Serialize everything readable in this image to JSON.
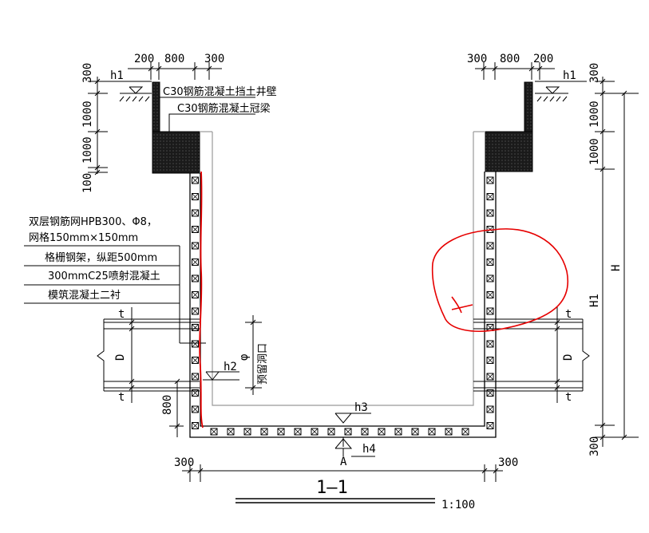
{
  "top": {
    "dim_left": [
      "200",
      "800",
      "300"
    ],
    "dim_right": [
      "300",
      "800",
      "200"
    ],
    "h1": "h1",
    "wall_label": "C30钢筋混凝土挡土井壁",
    "beam_label": "C30钢筋混凝土冠梁"
  },
  "left_dims": {
    "v300": "300",
    "v1000a": "1000",
    "v1000b": "1000",
    "v100": "100",
    "v800": "800"
  },
  "right_dims": {
    "v300": "300",
    "v1000a": "1000",
    "v1000b": "1000",
    "v300b": "300",
    "H": "H",
    "H1": "H1"
  },
  "legend": {
    "line1": "双层钢筋网HPB300、Φ8，",
    "line2": "网格150mm×150mm",
    "line3": "格栅钢架，纵距500mm",
    "line4": "300mmC25喷射混凝土",
    "line5": "模筑混凝土二衬"
  },
  "markers": {
    "h2": "h2",
    "h3": "h3",
    "h4": "h4",
    "A": "A",
    "t": "t",
    "D": "D",
    "phi": "φ",
    "opening": "预留洞口"
  },
  "bottom": {
    "dim_left": "300",
    "dim_right": "300",
    "title": "1—1",
    "scale": "1:100"
  },
  "colors": {
    "annotation_red": "#e60000",
    "ink": "#000000",
    "hatch": "#222222"
  }
}
